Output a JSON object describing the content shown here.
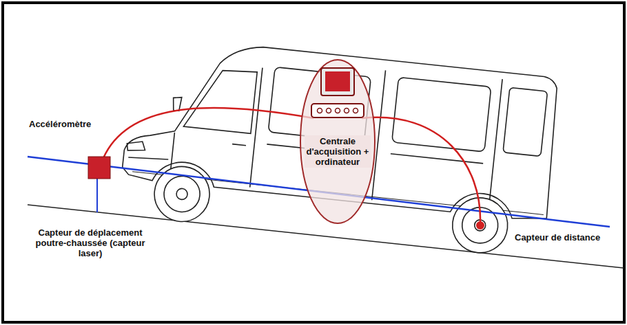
{
  "diagram": {
    "nodes": [
      {
        "text": [
          "Centrale d'acquisition + ordinateur"
        ]
      }
    ],
    "labels": [
      "Accéléromètre",
      "Capteur de déplacement poutre-chaussée (capteur laser)",
      "Capteur de distance"
    ]
  }
}
